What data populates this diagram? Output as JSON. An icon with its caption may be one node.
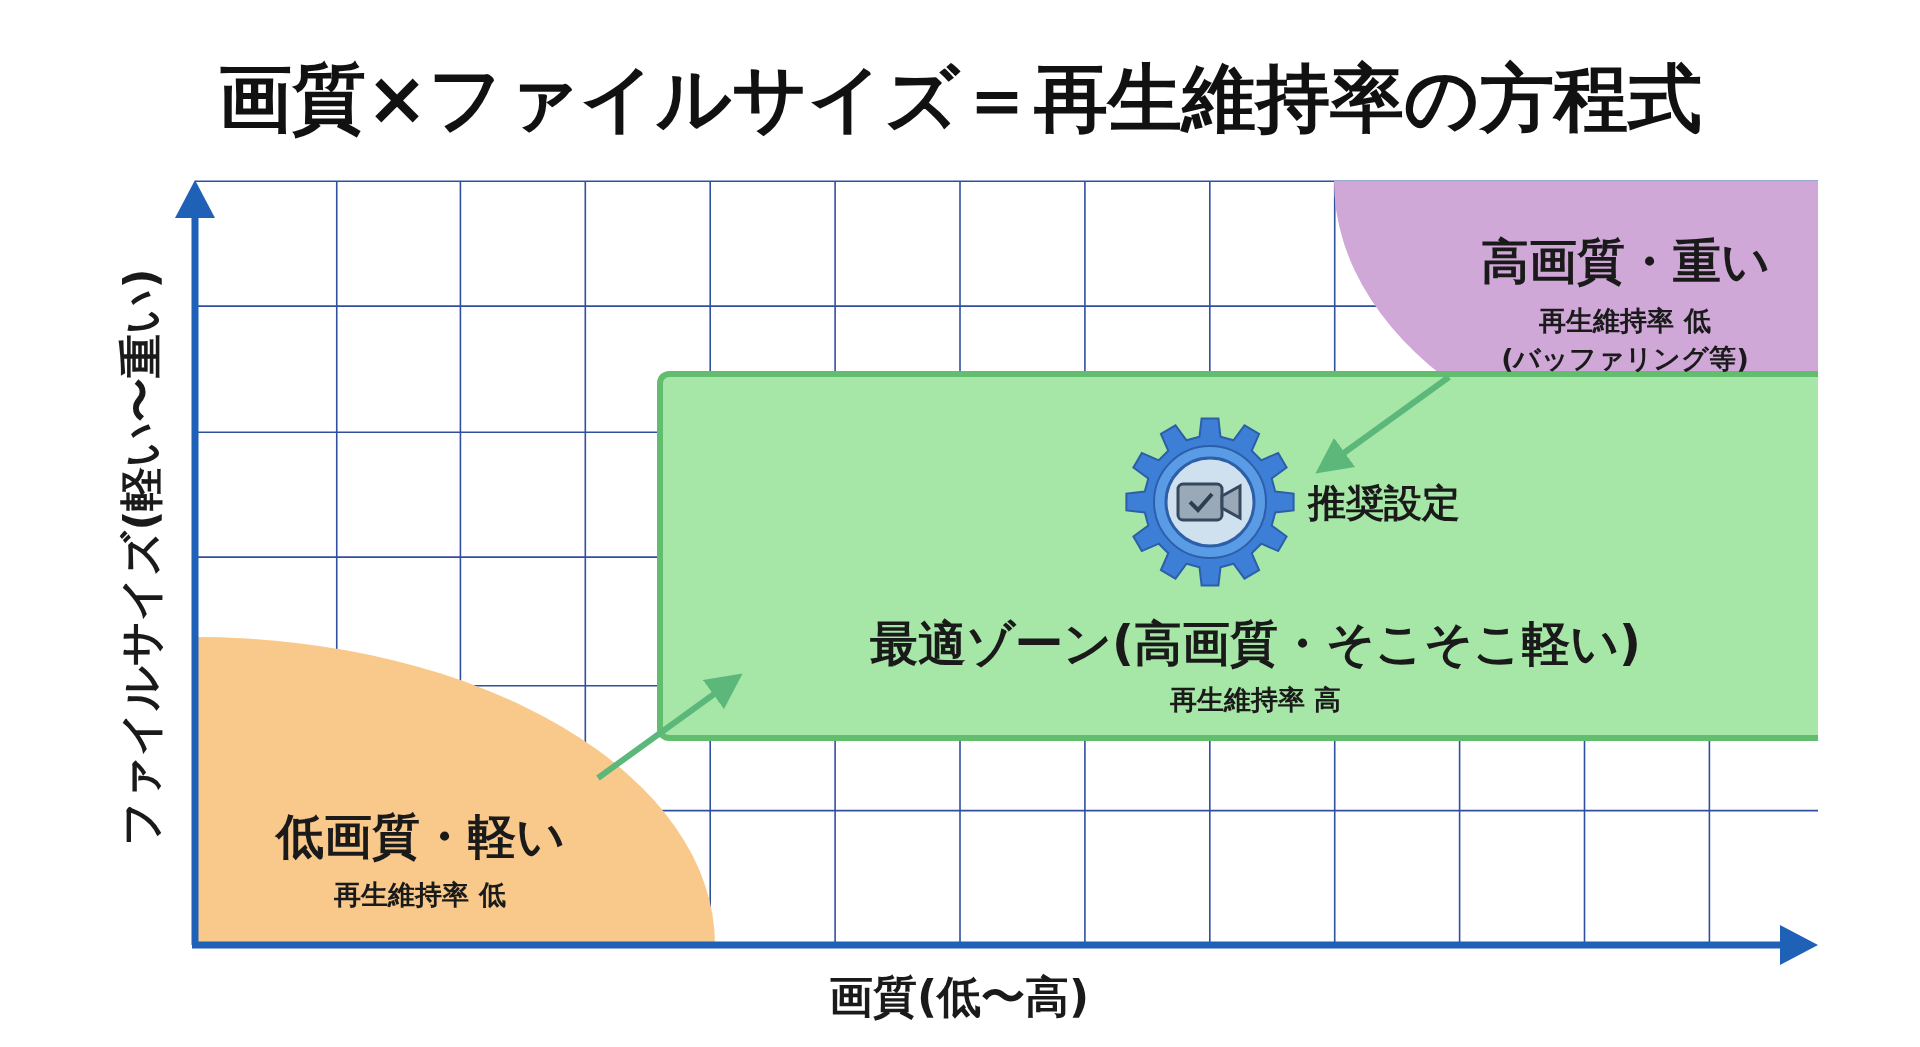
{
  "diagram": {
    "title": "画質×ファイルサイズ＝再生維持率の方程式",
    "nodes": [
      {
        "text": [
          "低画質・軽い",
          "再生維持率 低"
        ]
      },
      {
        "text": [
          "最適ゾーン(高画質・そこそこ軽い)",
          "再生維持率 高"
        ]
      },
      {
        "text": [
          "高画質・重い",
          "再生維持率 低 (バッファリング等)"
        ]
      },
      {
        "text": [],
        "shape": "picture",
        "in": 1,
        "beside": [
          "推奨設定"
        ]
      }
    ],
    "edges": [
      {
        "from": 0,
        "to": 1,
        "arrow": "to"
      },
      {
        "from": 2,
        "to": 3,
        "arrow": "to"
      }
    ],
    "labels": [
      "ファイルサイズ(軽い〜重い)",
      "画質(低〜高)"
    ]
  }
}
